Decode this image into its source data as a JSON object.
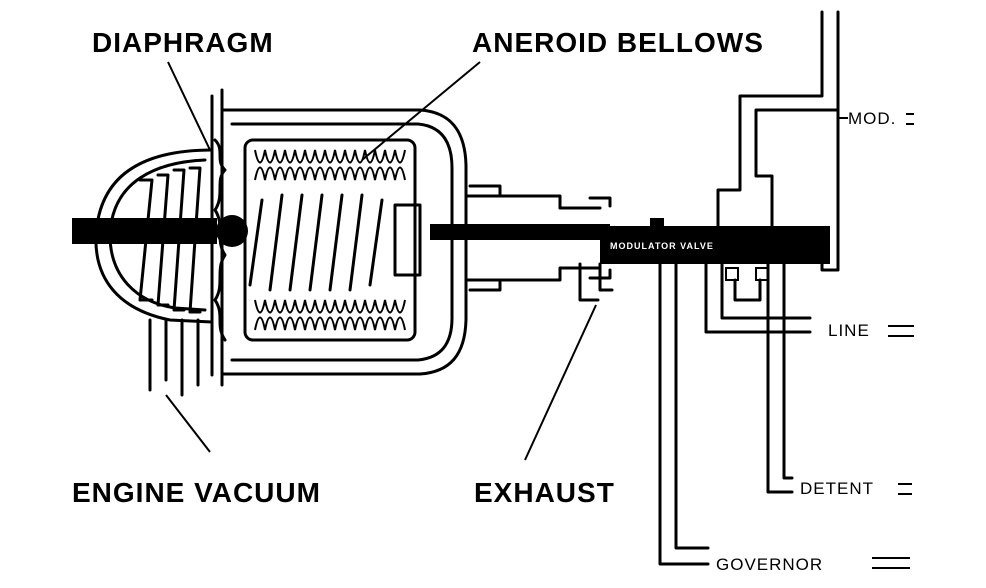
{
  "labels": {
    "diaphragm": "DIAPHRAGM",
    "aneroid_bellows": "ANEROID BELLOWS",
    "engine_vacuum": "ENGINE VACUUM",
    "exhaust": "EXHAUST",
    "modulator_valve": "MODULATOR VALVE",
    "mod": "MOD.",
    "line": "LINE",
    "detent": "DETENT",
    "governor": "GOVERNOR"
  },
  "colors": {
    "ink": "#000000",
    "paper": "#ffffff"
  }
}
